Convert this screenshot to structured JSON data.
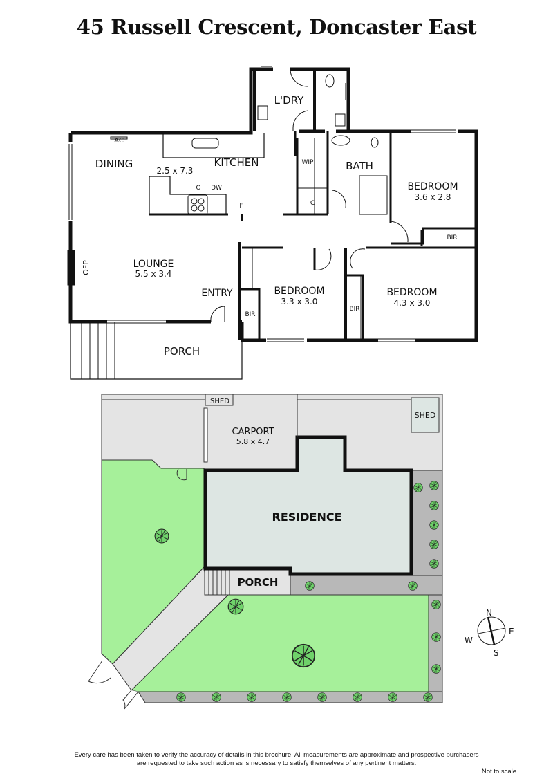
{
  "title": "45 Russell Crescent, Doncaster East",
  "floor_plan": {
    "rooms": [
      {
        "name": "L'DRY",
        "dims": ""
      },
      {
        "name": "DINING",
        "dims": ""
      },
      {
        "name": "KITCHEN",
        "dims": "2.5 x 7.3"
      },
      {
        "name": "BATH",
        "dims": ""
      },
      {
        "name": "BEDROOM",
        "dims": "3.6 x 2.8"
      },
      {
        "name": "LOUNGE",
        "dims": "5.5 x 3.4"
      },
      {
        "name": "ENTRY",
        "dims": ""
      },
      {
        "name": "BEDROOM",
        "dims": "3.3 x 3.0"
      },
      {
        "name": "BEDROOM",
        "dims": "4.3 x 3.0"
      },
      {
        "name": "PORCH",
        "dims": ""
      }
    ],
    "fixtures": {
      "ac": "AC",
      "oven": "O",
      "dishwasher": "DW",
      "fridge": "F",
      "wip": "WIP",
      "cupboard": "C",
      "bir": "BIR",
      "ofp": "OFP"
    }
  },
  "site_plan": {
    "shed_1": "SHED",
    "shed_2": "SHED",
    "carport": {
      "name": "CARPORT",
      "dims": "5.8 x 4.7"
    },
    "residence": "RESIDENCE",
    "porch": "PORCH"
  },
  "compass": {
    "n": "N",
    "e": "E",
    "s": "S",
    "w": "W"
  },
  "colors": {
    "lawn": "#a6f09a",
    "paving": "#e4e4e4",
    "garden_bed": "#b8b8b8",
    "residence": "#dde6e3",
    "tree": "#6fd26a"
  },
  "disclaimer_line1": "Every care has been taken to verify the accuracy of details in this brochure.  All measurements are approximate and prospective purchasers",
  "disclaimer_line2": "are requested to take such action as is necessary to satisfy themselves of any pertinent matters.",
  "scale_note": "Not to scale"
}
